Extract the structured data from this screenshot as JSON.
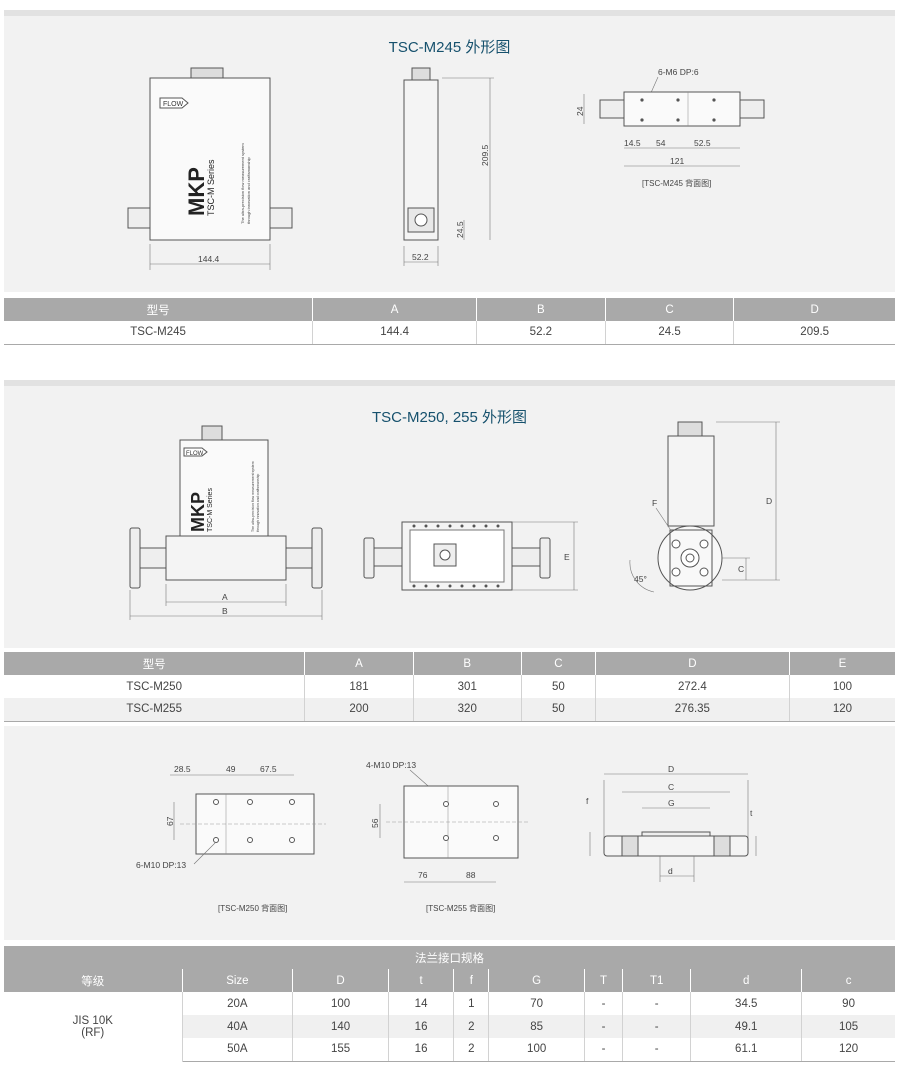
{
  "section1": {
    "title": "TSC-M245 外形图",
    "device": {
      "flow": "FLOW",
      "brand": "MKP",
      "series": "TSC-M Series",
      "tagline1": "The ultra-precision flow measurement system",
      "tagline2": "through innovation and craftsmanship"
    },
    "dims": {
      "width": "144.4",
      "height": "209.5",
      "depth": "52.2",
      "port": "24.5"
    },
    "back": {
      "note": "6-M6 DP:6",
      "side": "24",
      "d1": "14.5",
      "d2": "54",
      "d3": "52.5",
      "total": "121",
      "caption": "[TSC-M245 背面图]"
    },
    "table": {
      "headers": [
        "型号",
        "A",
        "B",
        "C",
        "D"
      ],
      "rows": [
        [
          "TSC-M245",
          "144.4",
          "52.2",
          "24.5",
          "209.5"
        ]
      ]
    }
  },
  "section2": {
    "title": "TSC-M250, 255 外形图",
    "device": {
      "flow": "FLOW",
      "brand": "MKP",
      "series": "TSC-M Series",
      "tagline1": "The ultra-precision flow measurement system",
      "tagline2": "through innovation and craftsmanship"
    },
    "dims": {
      "A": "A",
      "B": "B",
      "C": "C",
      "D": "D",
      "E": "E",
      "F": "F",
      "angle": "45°"
    },
    "table": {
      "headers": [
        "型号",
        "A",
        "B",
        "C",
        "D",
        "E"
      ],
      "rows": [
        [
          "TSC-M250",
          "181",
          "301",
          "50",
          "272.4",
          "100"
        ],
        [
          "TSC-M255",
          "200",
          "320",
          "50",
          "276.35",
          "120"
        ]
      ]
    }
  },
  "section3": {
    "m250": {
      "d1": "28.5",
      "d2": "49",
      "d3": "67.5",
      "side": "67",
      "note": "6-M10 DP:13",
      "caption": "[TSC-M250 背面图]"
    },
    "m255": {
      "note": "4-M10 DP:13",
      "side": "56",
      "d1": "76",
      "d2": "88",
      "caption": "[TSC-M255 背面图]"
    },
    "flange": {
      "D": "D",
      "C": "C",
      "G": "G",
      "f": "f",
      "t": "t",
      "d": "d"
    }
  },
  "flange_table": {
    "title": "法兰接口规格",
    "headers": [
      "等级",
      "Size",
      "D",
      "t",
      "f",
      "G",
      "T",
      "T1",
      "d",
      "c"
    ],
    "grade_line1": "JIS 10K",
    "grade_line2": "(RF)",
    "rows": [
      [
        "20A",
        "100",
        "14",
        "1",
        "70",
        "-",
        "-",
        "34.5",
        "90"
      ],
      [
        "40A",
        "140",
        "16",
        "2",
        "85",
        "-",
        "-",
        "49.1",
        "105"
      ],
      [
        "50A",
        "155",
        "16",
        "2",
        "100",
        "-",
        "-",
        "61.1",
        "120"
      ]
    ]
  }
}
